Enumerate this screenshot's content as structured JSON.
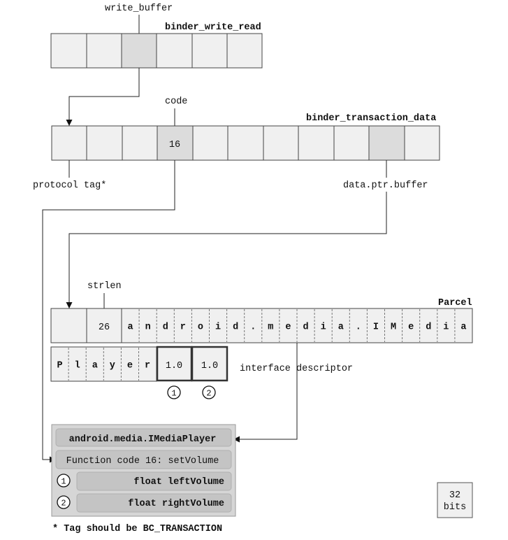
{
  "labels": {
    "write_buffer": "write_buffer",
    "binder_write_read": "binder_write_read",
    "code": "code",
    "binder_transaction_data": "binder_transaction_data",
    "code_value": "16",
    "protocol_tag": "protocol tag*",
    "data_ptr_buffer": "data.ptr.buffer",
    "strlen": "strlen",
    "parcel": "Parcel",
    "strlen_value": "26",
    "interface_descriptor": "interface descriptor",
    "footnote": "* Tag should be BC_TRANSACTION"
  },
  "parcel": {
    "row1_chars": [
      "a",
      "n",
      "d",
      "r",
      "o",
      "i",
      "d",
      ".",
      "m",
      "e",
      "d",
      "i",
      "a",
      ".",
      "I",
      "M",
      "e",
      "d",
      "i",
      "a"
    ],
    "row2_chars": [
      "P",
      "l",
      "a",
      "y",
      "e",
      "r"
    ],
    "floats": [
      "1.0",
      "1.0"
    ],
    "markers": [
      "1",
      "2"
    ]
  },
  "panel": {
    "descriptor": "android.media.IMediaPlayer",
    "function": "Function code 16: setVolume",
    "arg1_marker": "1",
    "arg1": "float leftVolume",
    "arg2_marker": "2",
    "arg2": "float rightVolume"
  },
  "legend": {
    "line1": "32",
    "line2": "bits"
  },
  "colors": {
    "cell": "#f0f0f0",
    "highlight": "#dcdcdc",
    "panel": "#d6d6d6",
    "pill": "#c4c4c4"
  }
}
